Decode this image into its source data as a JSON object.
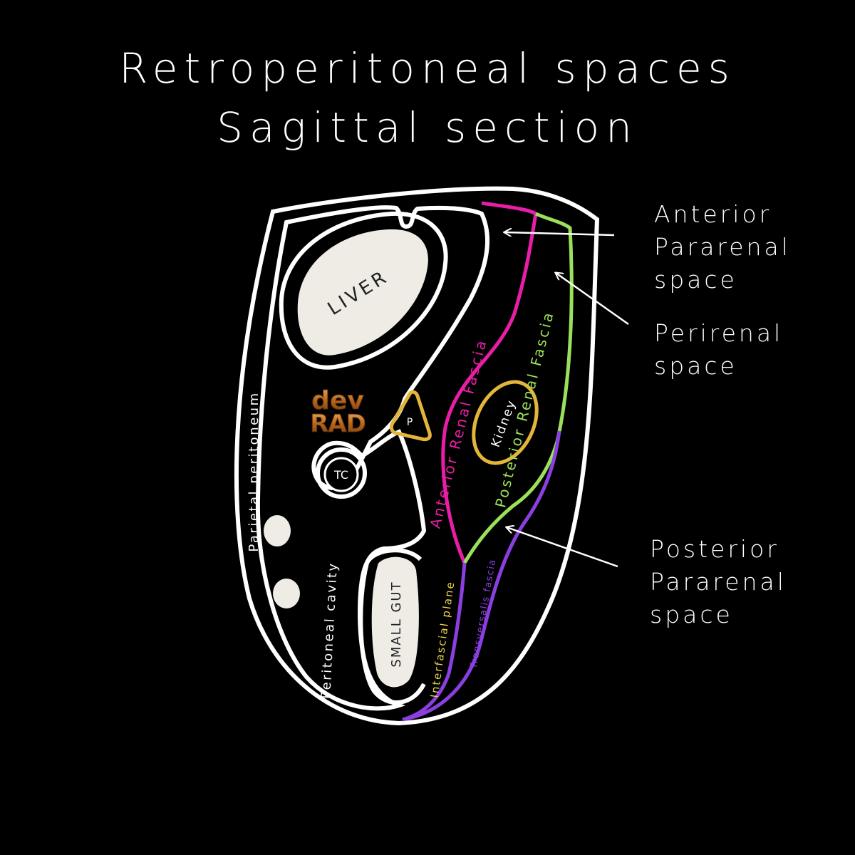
{
  "title": {
    "line1": "Retroperitoneal spaces",
    "line2": "Sagittal section"
  },
  "side_labels": {
    "anterior_pararenal": [
      "Anterior",
      "Pararenal",
      "space"
    ],
    "perirenal": [
      "Perirenal",
      "space"
    ],
    "posterior_pararenal": [
      "Posterior",
      "Pararenal",
      "space"
    ]
  },
  "organs": {
    "liver": "LIVER",
    "kidney": "Kidney",
    "small_gut": "SMALL GUT",
    "pancreas": "P",
    "transverse_colon": "TC"
  },
  "fascia": {
    "anterior_renal": "Anterior Renal Fascia",
    "posterior_renal": "Posterior Renal Fascia",
    "transversalis": "Transversalis fascia",
    "interfascial_plane": "Interfascial plane"
  },
  "cavity_labels": {
    "parietal_peritoneum": "Parietal peritoneum",
    "peritoneal_cavity": "Peritoneal cavity"
  },
  "logo": {
    "line1": "dev",
    "line2": "RAD"
  },
  "colors": {
    "background": "#000000",
    "outline": "#ffffff",
    "organ_fill": "#efece6",
    "anterior_renal_fascia": "#e81ea6",
    "posterior_renal_fascia": "#9be05a",
    "transversalis_fascia": "#8a3fe0",
    "kidney_outline": "#e3b63a",
    "interfascial_text": "#e9d24a",
    "logo": "#c8741e"
  }
}
